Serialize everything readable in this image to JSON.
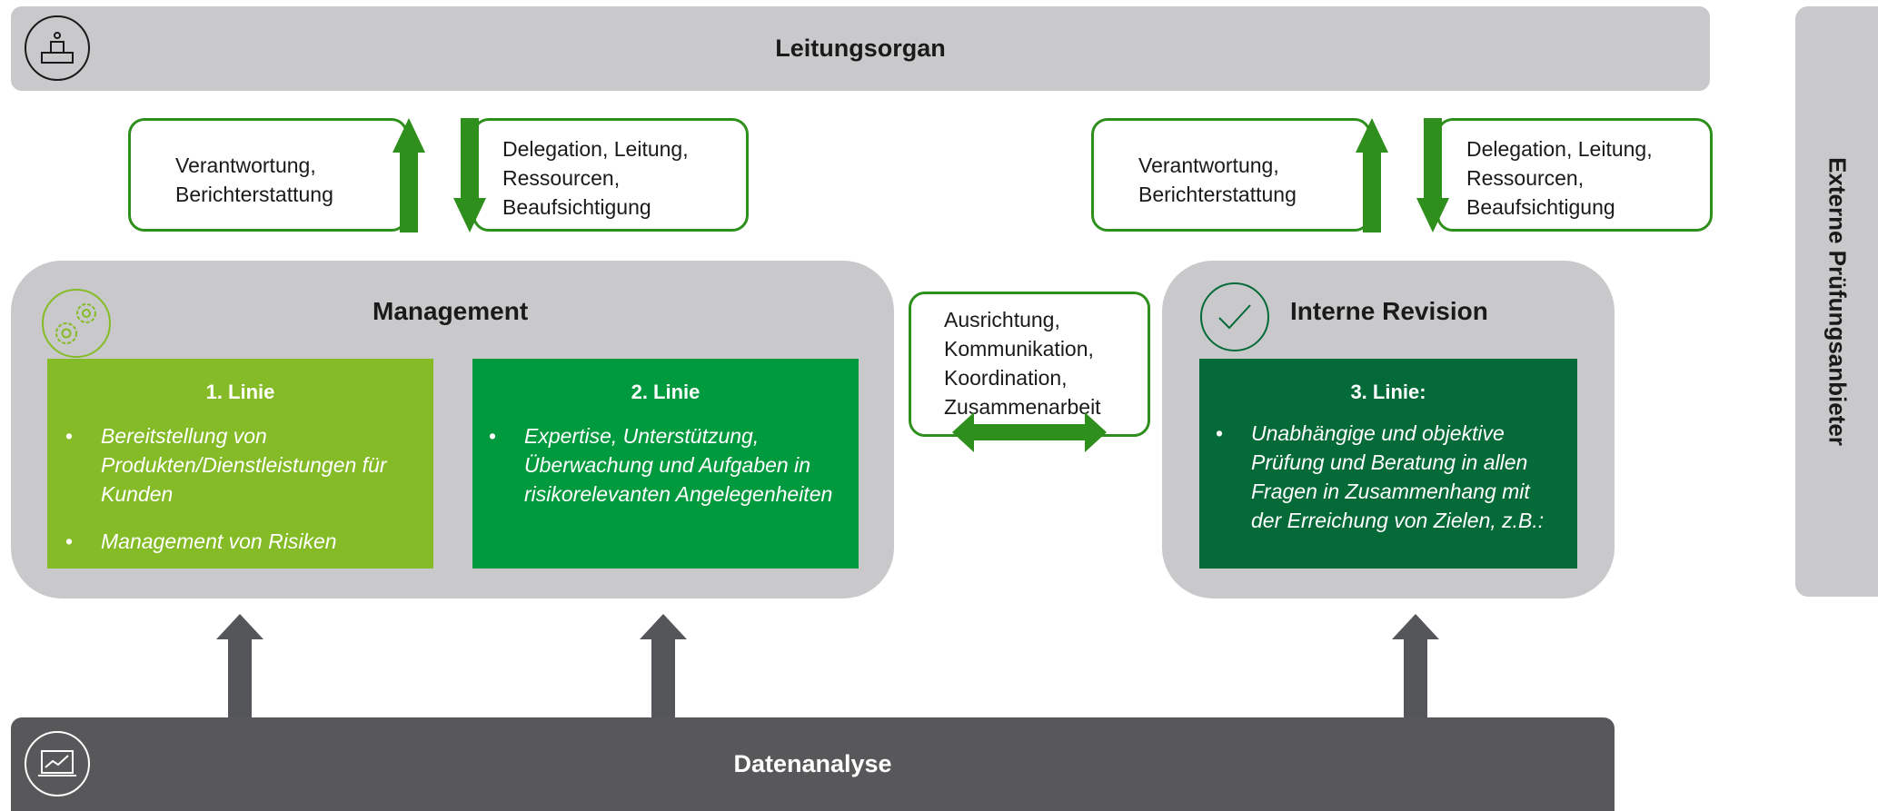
{
  "governing_body": {
    "title": "Leitungsorgan",
    "icon": "podium-icon"
  },
  "external_auditors": {
    "title": "Externe Prüfungsanbieter"
  },
  "left_flows": {
    "up_text": [
      "Verantwortung,",
      "Berichterstattung"
    ],
    "down_text": [
      "Delegation, Leitung,",
      "Ressourcen,",
      "Beaufsichtigung"
    ]
  },
  "right_flows": {
    "up_text": [
      "Verantwortung,",
      "Berichterstattung"
    ],
    "down_text": [
      "Delegation, Leitung,",
      "Ressourcen,",
      "Beaufsichtigung"
    ]
  },
  "alignment": {
    "text": [
      "Ausrichtung,",
      "Kommunikation,",
      "Koordination,",
      "Zusammenarbeit"
    ]
  },
  "management": {
    "title": "Management",
    "icon": "gears-icon",
    "line1": {
      "heading": "1. Linie",
      "items": [
        "Bereitstellung von Produkten/Dienstleistungen für Kunden",
        "Management von Risiken"
      ]
    },
    "line2": {
      "heading": "2. Linie",
      "items": [
        "Expertise, Unterstützung, Überwachung und Aufgaben in risikorelevanten Angelegenheiten"
      ]
    }
  },
  "internal_audit": {
    "title": "Interne Revision",
    "icon": "checkmark-icon",
    "line3": {
      "heading": "3. Linie:",
      "items": [
        "Unabhängige und objektive Prüfung und Beratung in allen Fragen in Zusammenhang mit der Erreichung von Zielen, z.B.:"
      ]
    }
  },
  "data_analytics": {
    "title": "Datenanalyse",
    "icon": "chart-monitor-icon"
  },
  "colors": {
    "panel_gray": "#c9c9cb",
    "dark_gray": "#58585a",
    "arrow_gray": "#55565a",
    "line1_green": "#84bb26",
    "line2_green": "#009a3e",
    "line3_green": "#046a38",
    "arrow_green": "#2f8f1c"
  }
}
